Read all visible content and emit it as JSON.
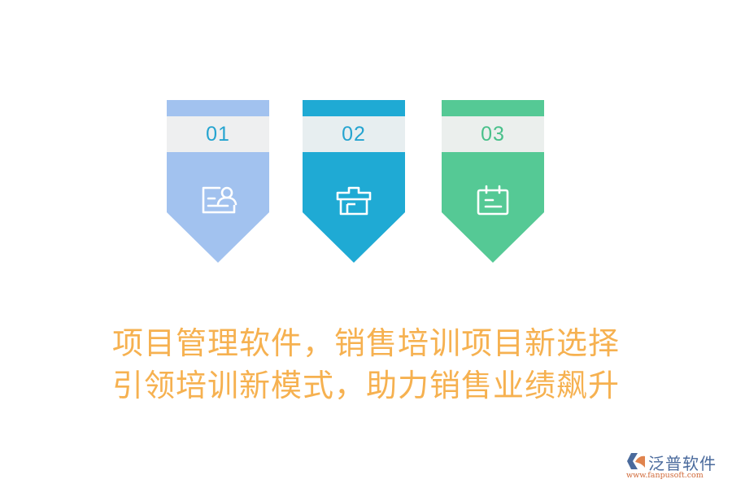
{
  "cards": [
    {
      "number": "01",
      "icon": "id-card-person-icon",
      "bg_color": "#a2c2ef",
      "band_color": "#eeeff0",
      "number_color": "#25a4d0"
    },
    {
      "number": "02",
      "icon": "shop-box-icon",
      "bg_color": "#1faad4",
      "band_color": "#e7eef0",
      "number_color": "#25a4d0"
    },
    {
      "number": "03",
      "icon": "calendar-icon",
      "bg_color": "#55c995",
      "band_color": "#ebefed",
      "number_color": "#48c08a"
    }
  ],
  "headline": {
    "line1": "项目管理软件，销售培训项目新选择",
    "line2": "引领培训新模式，助力销售业绩飙升",
    "color": "#f6b150"
  },
  "brand": {
    "name": "泛普软件",
    "url": "www.fanpusoft.com"
  }
}
